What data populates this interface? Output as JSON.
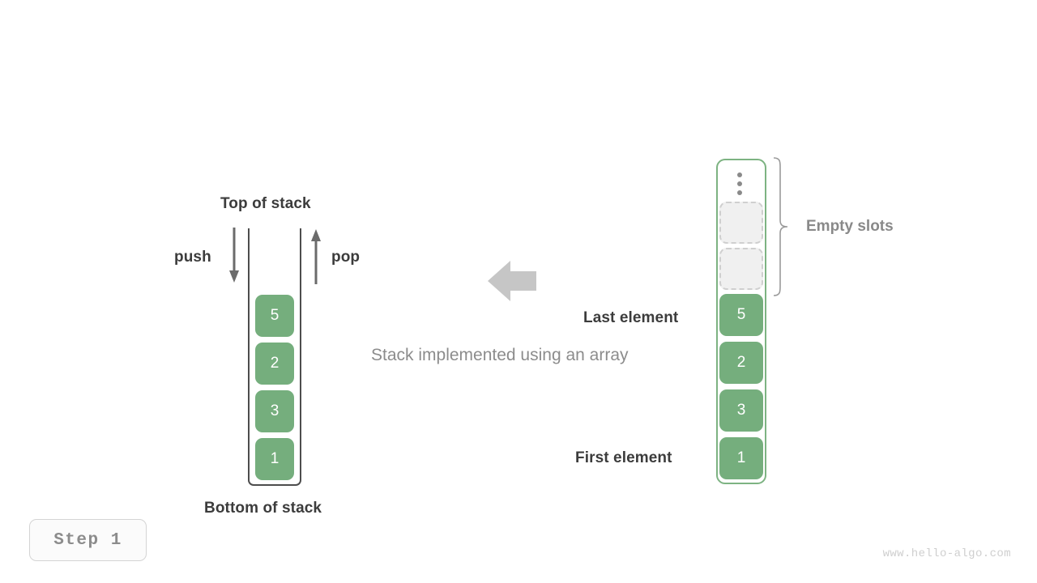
{
  "diagram": {
    "caption": "Stack implemented using an array",
    "step_badge": "Step  1",
    "site_url": "www.hello-algo.com",
    "accent_green": "#75ae7d",
    "outline_green": "#7db382",
    "dark_text": "#3c3c3c",
    "gray_text": "#8c8c8c",
    "empty_slot_fill": "#f0f0f0",
    "empty_slot_border": "#cfcfcf"
  },
  "stack": {
    "top_label": "Top of stack",
    "bottom_label": "Bottom of stack",
    "push_label": "push",
    "pop_label": "pop",
    "cells": [
      {
        "value": "5"
      },
      {
        "value": "2"
      },
      {
        "value": "3"
      },
      {
        "value": "1"
      }
    ]
  },
  "array": {
    "empty_label": "Empty slots",
    "last_element_label": "Last element",
    "first_element_label": "First element",
    "ellipsis_icon": "vertical-ellipsis-icon",
    "empty_slot_count": 2,
    "cells": [
      {
        "value": "5"
      },
      {
        "value": "2"
      },
      {
        "value": "3"
      },
      {
        "value": "1"
      }
    ]
  },
  "transform_arrow": {
    "direction": "left",
    "color": "#c6c6c6"
  }
}
